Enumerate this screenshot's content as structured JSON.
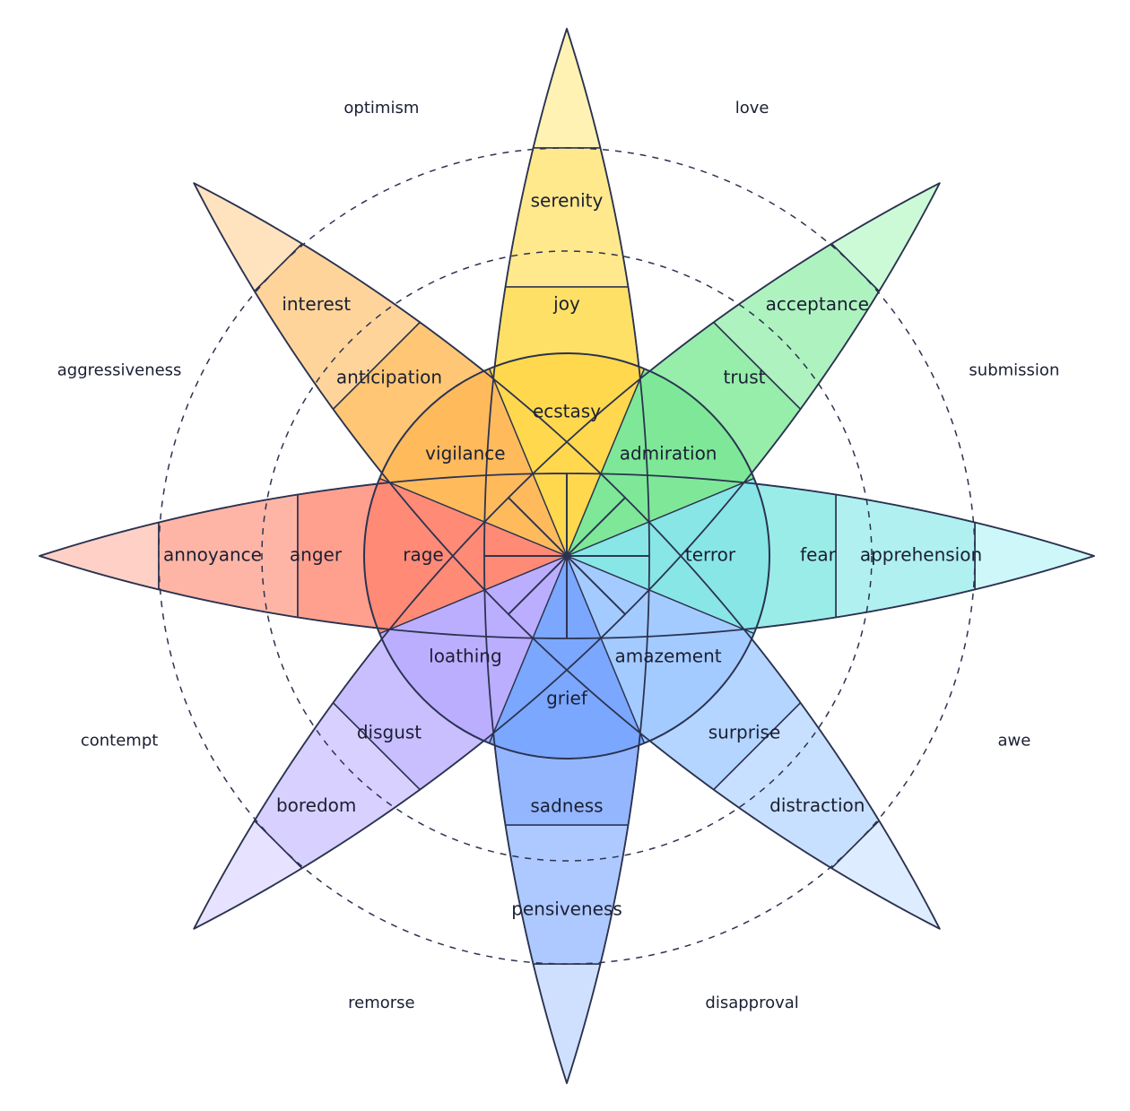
{
  "wheel": {
    "petals": [
      {
        "name": "joy",
        "direction": "north",
        "mild": "serenity",
        "basic": "joy",
        "intense": "ecstasy",
        "colors": {
          "tip": "#fff2b3",
          "mild": "#ffe98c",
          "basic": "#ffe066",
          "intense": "#ffd84d"
        }
      },
      {
        "name": "trust",
        "direction": "north-east",
        "mild": "acceptance",
        "basic": "trust",
        "intense": "admiration",
        "colors": {
          "tip": "#cdfad6",
          "mild": "#aef3bf",
          "basic": "#96eeaa",
          "intense": "#7ee898"
        }
      },
      {
        "name": "fear",
        "direction": "east",
        "mild": "apprehension",
        "basic": "fear",
        "intense": "terror",
        "colors": {
          "tip": "#cdf7f8",
          "mild": "#b0f0f0",
          "basic": "#9aece8",
          "intense": "#88e6e6"
        }
      },
      {
        "name": "surprise",
        "direction": "south-east",
        "mild": "distraction",
        "basic": "surprise",
        "intense": "amazement",
        "colors": {
          "tip": "#deecff",
          "mild": "#c8e0ff",
          "basic": "#b4d5ff",
          "intense": "#a4cbff"
        }
      },
      {
        "name": "sadness",
        "direction": "south",
        "mild": "pensiveness",
        "basic": "sadness",
        "intense": "grief",
        "colors": {
          "tip": "#cfe0ff",
          "mild": "#adc9ff",
          "basic": "#93b6ff",
          "intense": "#7ba7ff"
        }
      },
      {
        "name": "disgust",
        "direction": "south-west",
        "mild": "boredom",
        "basic": "disgust",
        "intense": "loathing",
        "colors": {
          "tip": "#e6e2ff",
          "mild": "#d8d0ff",
          "basic": "#c9bfff",
          "intense": "#bcaeff"
        }
      },
      {
        "name": "anger",
        "direction": "west",
        "mild": "annoyance",
        "basic": "anger",
        "intense": "rage",
        "colors": {
          "tip": "#ffd0c6",
          "mild": "#ffb5a6",
          "basic": "#ffa08e",
          "intense": "#ff8a76"
        }
      },
      {
        "name": "anticipation",
        "direction": "north-west",
        "mild": "interest",
        "basic": "anticipation",
        "intense": "vigilance",
        "colors": {
          "tip": "#ffe3bf",
          "mild": "#ffd49a",
          "basic": "#ffc775",
          "intense": "#ffba5c"
        }
      }
    ],
    "dyads": [
      "love",
      "submission",
      "awe",
      "disapproval",
      "remorse",
      "contempt",
      "aggressiveness",
      "optimism"
    ],
    "outline_color": "#2b3350"
  }
}
